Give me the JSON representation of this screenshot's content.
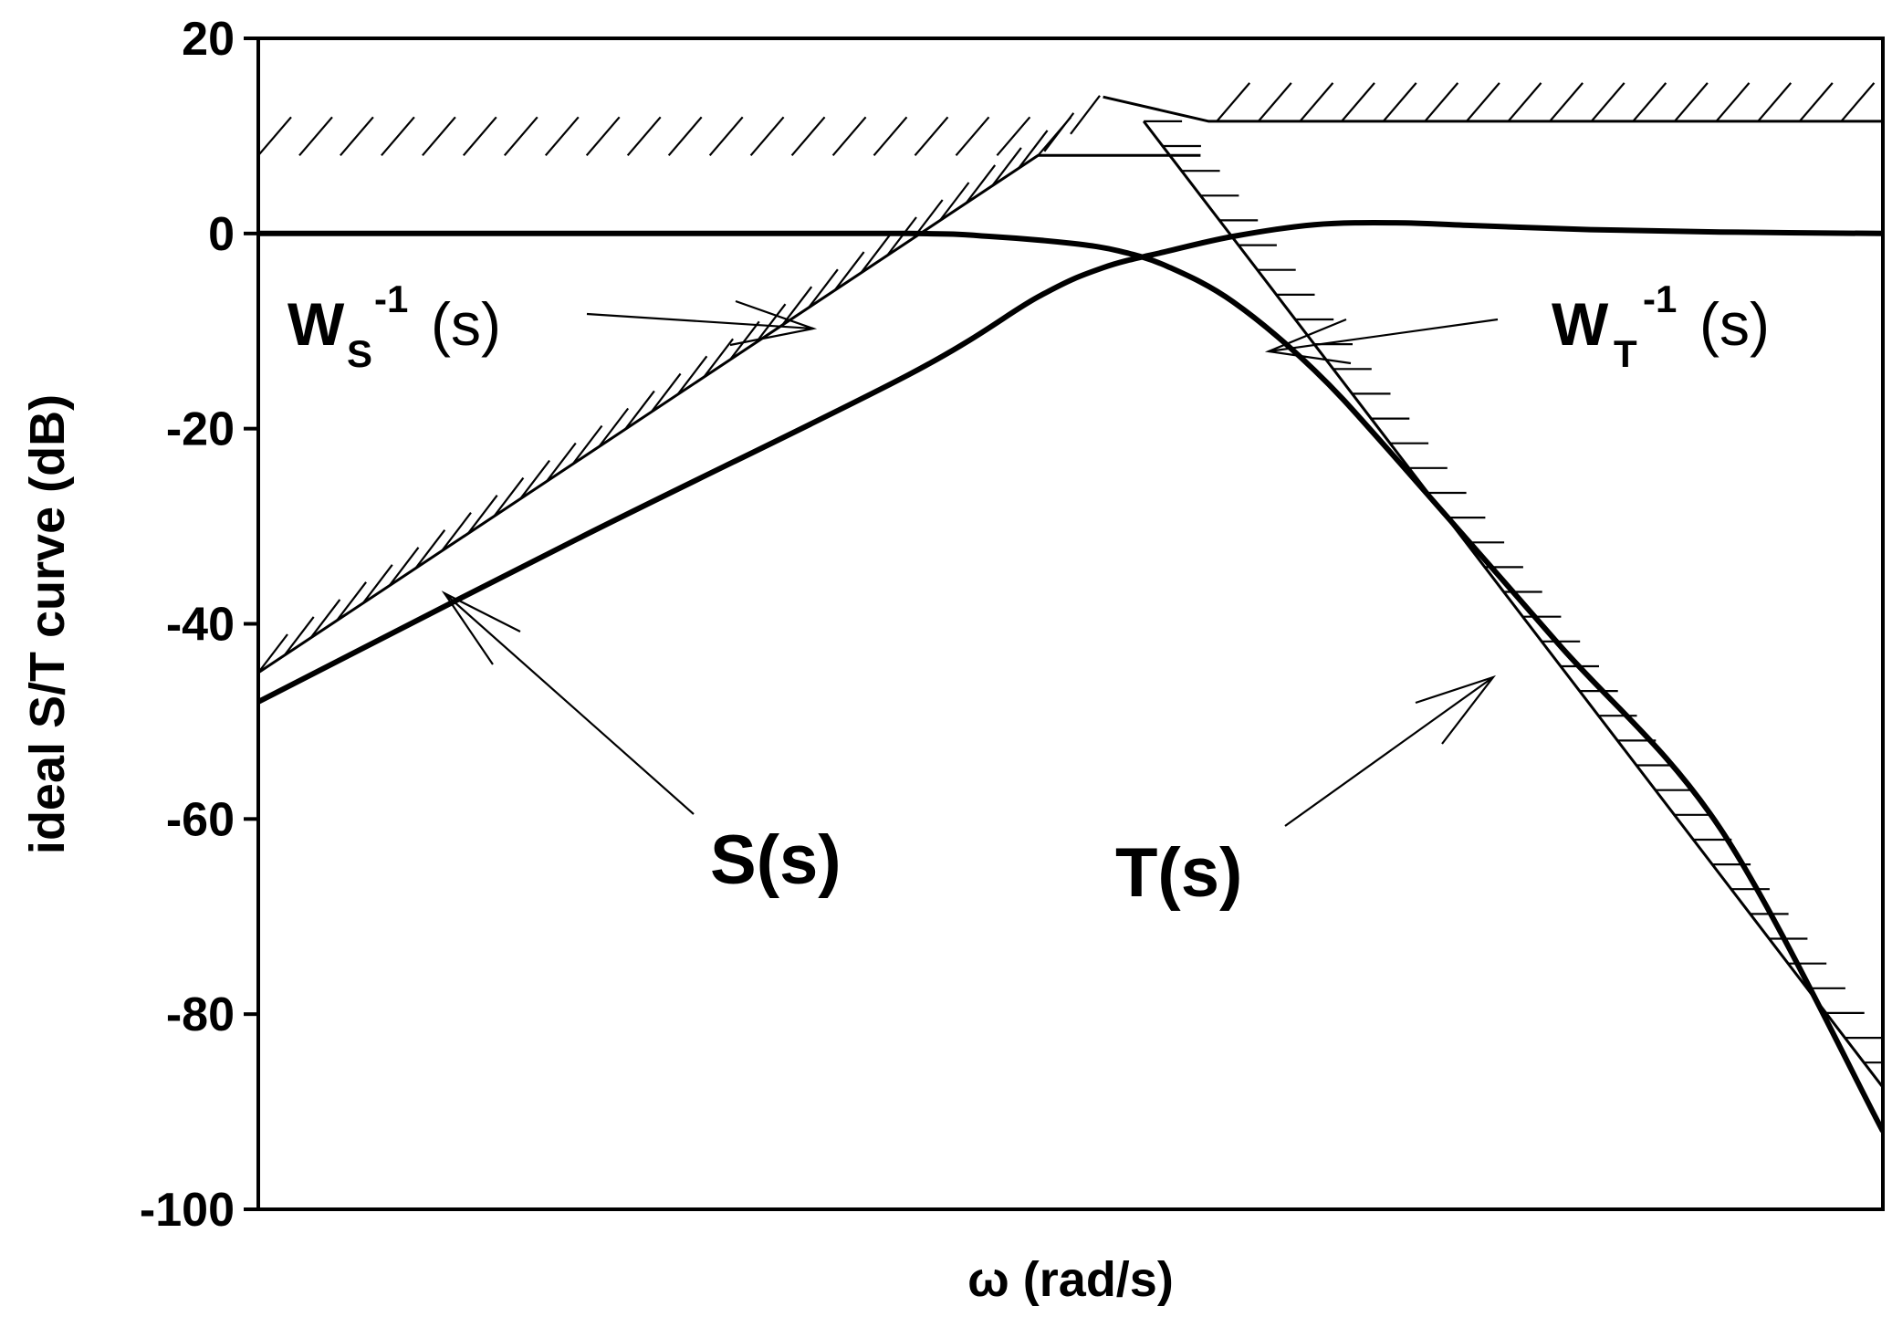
{
  "chart_data": {
    "type": "line",
    "title": "",
    "xlabel": "ω   (rad/s)",
    "ylabel": "ideal S/T curve (dB)",
    "ylim": [
      -100,
      20
    ],
    "yticks": [
      "20",
      "0",
      "-20",
      "-40",
      "-60",
      "-80",
      "-100"
    ],
    "x_tick_labels": false,
    "grid": false,
    "x_domain": [
      0,
      1
    ],
    "series": [
      {
        "name": "S(s)",
        "points": [
          [
            0,
            -48
          ],
          [
            0.2,
            -31
          ],
          [
            0.4,
            -14.5
          ],
          [
            0.48,
            -6.5
          ],
          [
            0.52,
            -3.5
          ],
          [
            0.56,
            -1.8
          ],
          [
            0.6,
            -0.3
          ],
          [
            0.65,
            0.9
          ],
          [
            0.7,
            1.1
          ],
          [
            0.75,
            0.8
          ],
          [
            0.82,
            0.4
          ],
          [
            0.9,
            0.15
          ],
          [
            1.0,
            0
          ]
        ]
      },
      {
        "name": "T(s)",
        "points": [
          [
            0,
            0
          ],
          [
            0.2,
            0
          ],
          [
            0.4,
            0
          ],
          [
            0.45,
            -0.3
          ],
          [
            0.5,
            -1.0
          ],
          [
            0.53,
            -1.8
          ],
          [
            0.56,
            -3.4
          ],
          [
            0.6,
            -7.0
          ],
          [
            0.65,
            -14
          ],
          [
            0.7,
            -23
          ],
          [
            0.8,
            -42
          ],
          [
            0.9,
            -61
          ],
          [
            1.0,
            -92
          ]
        ]
      },
      {
        "name": "W_S^-1(s)",
        "points": [
          [
            0,
            -45
          ],
          [
            0.48,
            8
          ],
          [
            0.58,
            8
          ]
        ]
      },
      {
        "name": "W_T^-1(s)",
        "points": [
          [
            0.52,
            11.5
          ],
          [
            0.58,
            11.5
          ],
          [
            0.6,
            11.5
          ],
          [
            0.74,
            11.5
          ],
          [
            0.74,
            11.5
          ],
          [
            1.0,
            11.5
          ]
        ]
      }
    ],
    "annotations": {
      "s_label": "S(s)",
      "t_label": "T(s)",
      "ws_main": "W",
      "ws_sub": "S",
      "ws_sup": "-1",
      "ws_arg": "(s)",
      "wt_main": "W",
      "wt_sub": "T",
      "wt_sup": "-1",
      "wt_arg": "(s)"
    }
  }
}
